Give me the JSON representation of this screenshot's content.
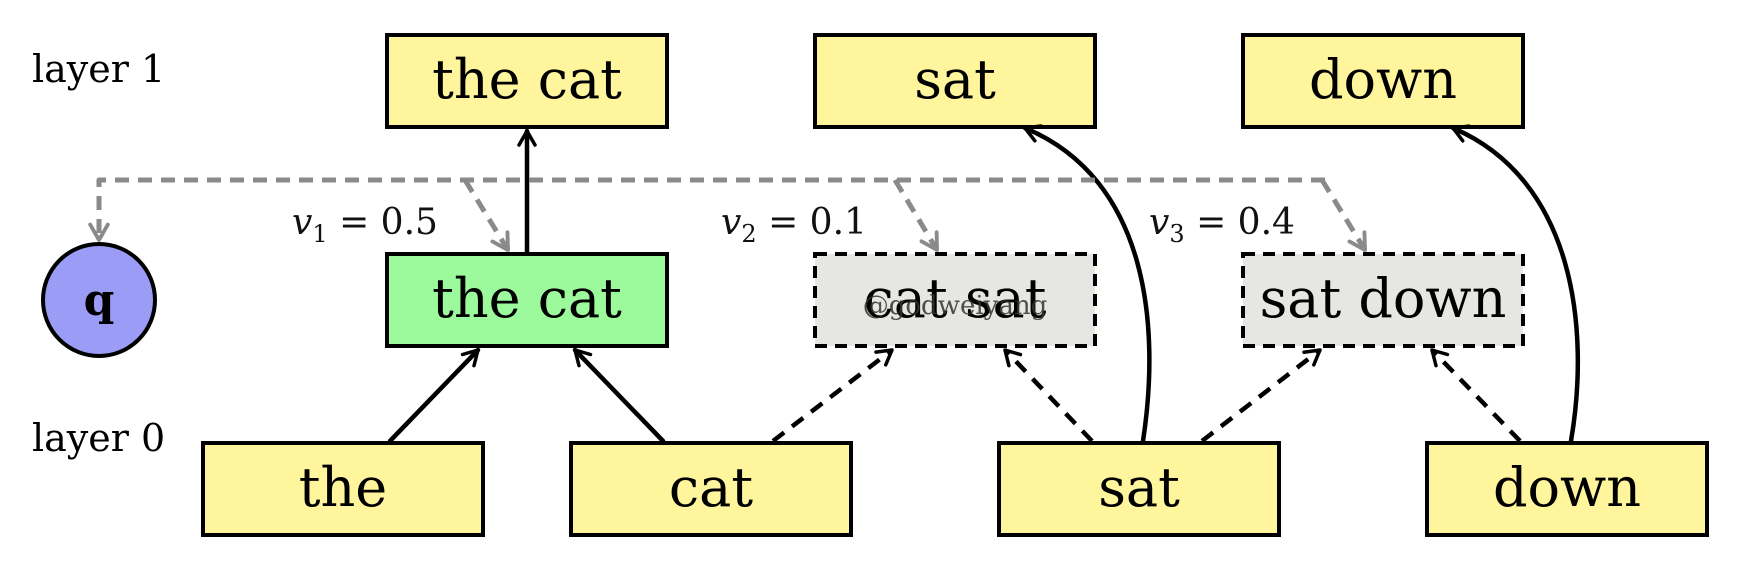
{
  "labels": {
    "layer1": "layer 1",
    "layer0": "layer 0"
  },
  "layer1": [
    {
      "text": "the cat"
    },
    {
      "text": "sat"
    },
    {
      "text": "down"
    }
  ],
  "candidates": [
    {
      "text": "the cat",
      "weight_var": "v",
      "weight_sub": "1",
      "weight_val": " = 0.5",
      "selected": true
    },
    {
      "text": "cat sat",
      "weight_var": "v",
      "weight_sub": "2",
      "weight_val": " = 0.1",
      "selected": false
    },
    {
      "text": "sat down",
      "weight_var": "v",
      "weight_sub": "3",
      "weight_val": " = 0.4",
      "selected": false
    }
  ],
  "layer0": [
    {
      "text": "the"
    },
    {
      "text": "cat"
    },
    {
      "text": "sat"
    },
    {
      "text": "down"
    }
  ],
  "query": {
    "text": "q"
  },
  "watermark": "@godweiyang",
  "colors": {
    "token_fill": "#fff59d",
    "selected_fill": "#9cfa9c",
    "candidate_fill": "#e6e6e2",
    "query_fill": "#9a9cf6",
    "query_arrow": "#8a8a8a",
    "stroke": "#000000"
  }
}
